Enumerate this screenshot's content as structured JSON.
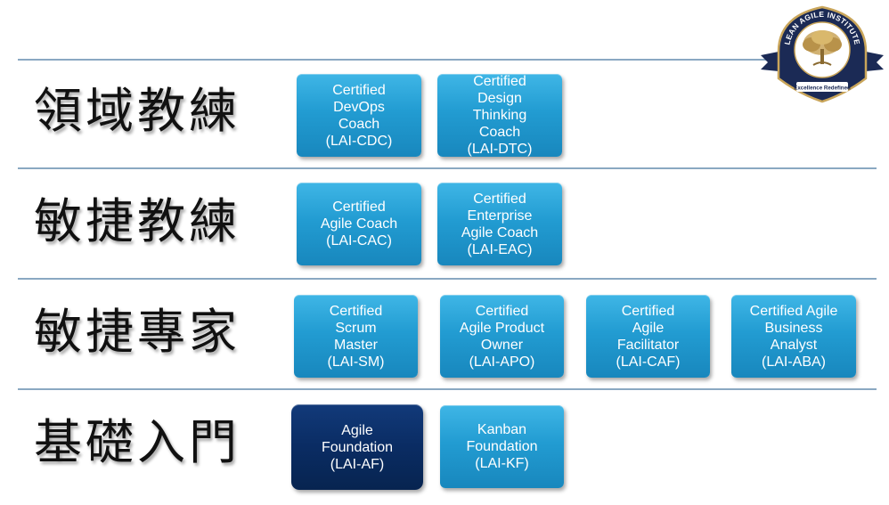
{
  "rows": [
    {
      "label": "領域教練",
      "items": [
        "Certified\nDevOps\nCoach\n(LAI-CDC)",
        "Certified\nDesign\nThinking\nCoach\n(LAI-DTC)"
      ]
    },
    {
      "label": "敏捷教練",
      "items": [
        "Certified\nAgile Coach\n(LAI-CAC)",
        "Certified\nEnterprise\nAgile Coach\n(LAI-EAC)"
      ]
    },
    {
      "label": "敏捷專家",
      "items": [
        "Certified\nScrum\nMaster\n(LAI-SM)",
        "Certified\nAgile Product\nOwner\n(LAI-APO)",
        "Certified\nAgile\nFacilitator\n(LAI-CAF)",
        "Certified Agile\nBusiness\nAnalyst\n(LAI-ABA)"
      ]
    },
    {
      "label": "基礎入門",
      "items": [
        "Agile\nFoundation\n(LAI-AF)",
        "Kanban\nFoundation\n(LAI-KF)"
      ]
    }
  ],
  "logo": {
    "name": "LEAN AGILE INSTITUTE",
    "tagline": "Excellence Redefined",
    "icon": "tree-icon",
    "colors": {
      "navy": "#1b2a55",
      "gold": "#c9a55a"
    }
  },
  "colors": {
    "box": "#229cd2",
    "box_dark": "#0a2c63",
    "rule": "#8aa8c2"
  }
}
